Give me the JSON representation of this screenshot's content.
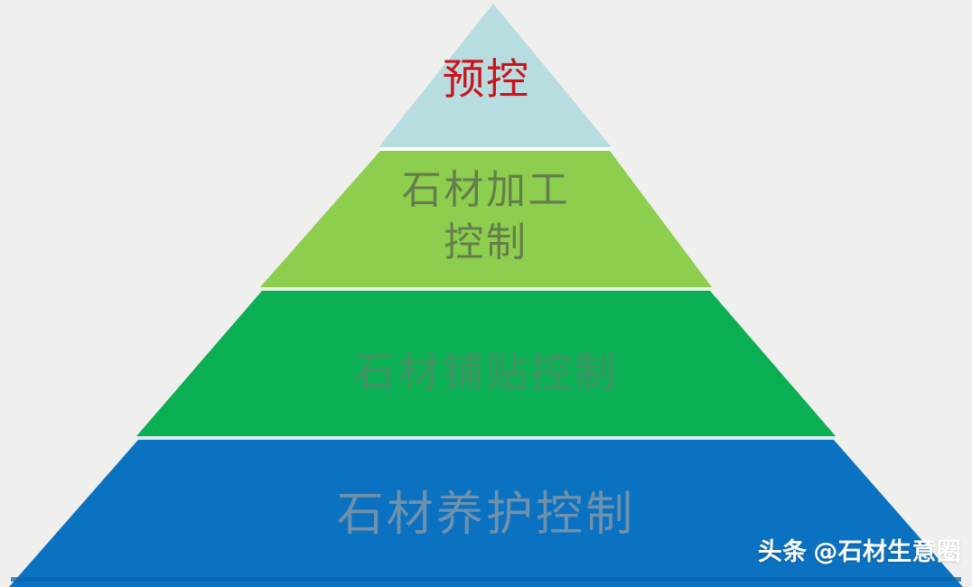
{
  "background_color": "#efefed",
  "diagram": {
    "type": "pyramid",
    "title_visible": false,
    "tier_count": 4,
    "separator_color": "#ffffff",
    "tiers": [
      {
        "index": 1,
        "position": "top",
        "label": "预控",
        "label_lines": [
          "预控"
        ],
        "fill_color": "#b7dde0",
        "text_color": "#c9141e",
        "meaning_hint": "pre-control"
      },
      {
        "index": 2,
        "position": "upper-middle",
        "label": "石材加工控制",
        "label_lines": [
          "石材加工",
          "控制"
        ],
        "fill_color": "#8ece4f",
        "text_color": "#58684a",
        "meaning_hint": "stone processing control"
      },
      {
        "index": 3,
        "position": "lower-middle",
        "label": "石材铺贴控制",
        "label_lines": [
          "石材铺贴控制"
        ],
        "fill_color": "#0aaf53",
        "text_color": "#6e7a70",
        "meaning_hint": "stone paving control"
      },
      {
        "index": 4,
        "position": "bottom",
        "label": "石材养护控制",
        "label_lines": [
          "石材养护控制"
        ],
        "fill_color": "#0b71c1",
        "text_color": "#969ea2",
        "meaning_hint": "stone maintenance control"
      }
    ]
  },
  "watermark": {
    "brand": "头条",
    "handle": "@石材生意圈",
    "color": "#ffffff"
  }
}
